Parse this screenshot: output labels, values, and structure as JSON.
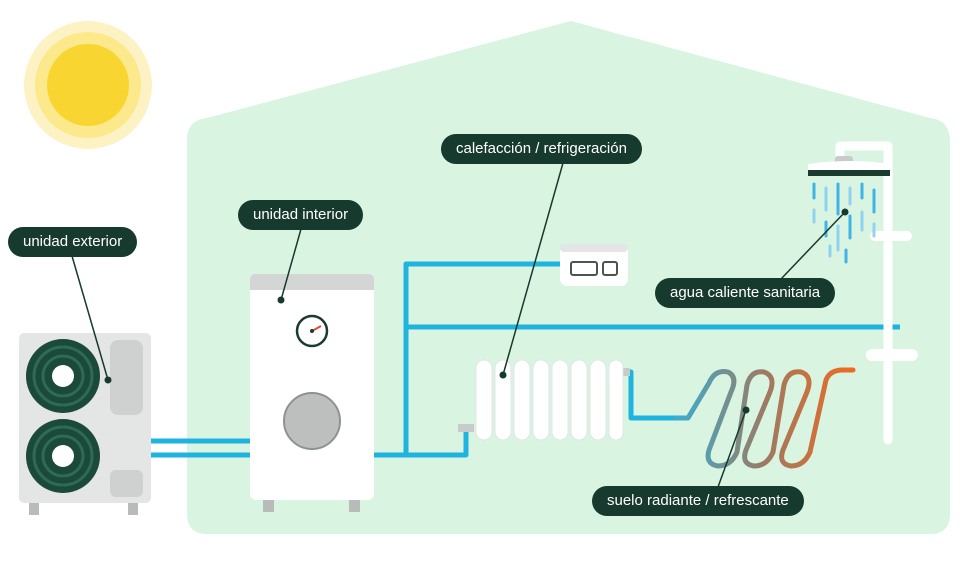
{
  "labels": {
    "outdoor_unit": "unidad exterior",
    "indoor_unit": "unidad interior",
    "heating_cooling": "calefacción / refrigeración",
    "hot_water": "agua caliente sanitaria",
    "underfloor": "suelo radiante / refrescante"
  },
  "colors": {
    "house_fill": "#d9f4e1",
    "pipe": "#1fb3e0",
    "label_bg": "#173a2f",
    "sun": "#f9d532",
    "fan": "#1b4a3a"
  }
}
